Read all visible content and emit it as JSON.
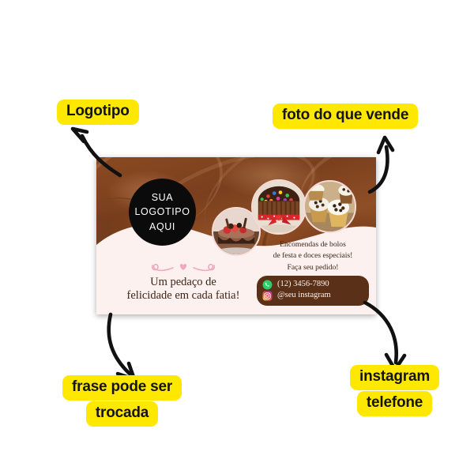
{
  "page": {
    "background_color": "#ffffff",
    "accent_yellow": "#ffe800",
    "arrow_color": "#111111"
  },
  "callouts": [
    {
      "id": "logotipo",
      "lines": [
        "Logotipo"
      ],
      "arrow": "curved-arrow-up-left"
    },
    {
      "id": "foto",
      "lines": [
        "foto do que vende"
      ],
      "arrow": "curved-arrow-up-right"
    },
    {
      "id": "frase",
      "lines": [
        "frase pode ser",
        "trocada"
      ],
      "arrow": "curved-arrow-down-left"
    },
    {
      "id": "contato",
      "lines": [
        "instagram",
        "telefone"
      ],
      "arrow": "curved-arrow-down-right"
    }
  ],
  "card": {
    "background_top": "chocolate-swirl-texture",
    "background_bottom_color": "#fdf1f0",
    "logo": {
      "shape": "circle",
      "color": "#0b0b0b",
      "text_color": "#ffffff",
      "lines": [
        "SUA",
        "LOGOTIPO",
        "AQUI"
      ]
    },
    "photos": [
      {
        "id": "cake-chocolate-strawberry",
        "alt": "bolo de chocolate com morangos"
      },
      {
        "id": "cake-sprinkles-kitkat",
        "alt": "bolo com confetes e kitkat com laco vermelho"
      },
      {
        "id": "cupcakes-brigadeiro",
        "alt": "cupcakes e brigadeiros"
      }
    ],
    "slogan": {
      "ornament": "pink-heart-flourish",
      "ornament_color": "#f0a8bd",
      "lines": [
        "Um pedaço de",
        "felicidade em cada fatia!"
      ],
      "text_color": "#3b2316"
    },
    "promo": {
      "lines": [
        "Encomendas de bolos",
        "de festa e doces especiais!",
        "Faça seu pedido!"
      ],
      "text_color": "#3b2316"
    },
    "contact": {
      "box_color": "#5a3118",
      "rows": [
        {
          "icon": "whatsapp-icon",
          "icon_color": "#25d366",
          "value": "(12) 3456-7890"
        },
        {
          "icon": "instagram-icon",
          "icon_color": "#e1306c",
          "value": "@seu instagram"
        }
      ]
    }
  }
}
